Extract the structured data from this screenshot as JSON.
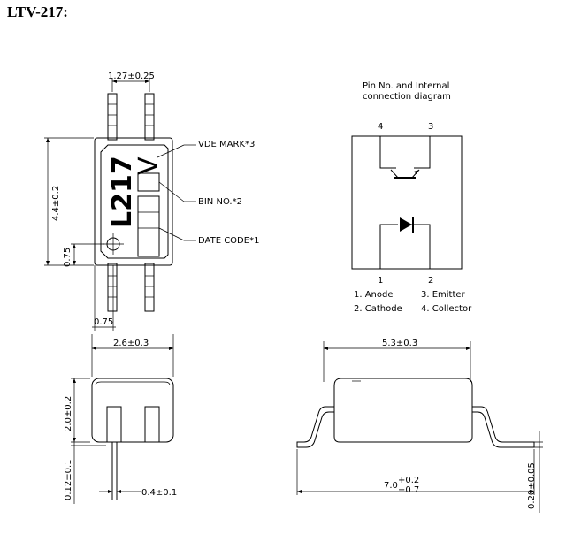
{
  "title": "LTV-217:",
  "top_view": {
    "dim_pitch": "1.27±0.25",
    "dim_length": "4.4±0.2",
    "dim_pin_offset": "0.75",
    "dim_bottom": "0.75",
    "marking_text": "L217",
    "vde_mark": "V",
    "label_vde": "VDE MARK*3",
    "label_bin": "BIN NO.*2",
    "label_date": "DATE CODE*1"
  },
  "connection": {
    "title_line1": "Pin No. and Internal",
    "title_line2": "connection diagram",
    "pin4": "4",
    "pin3": "3",
    "pin1": "1",
    "pin2": "2",
    "legend_1": "1. Anode",
    "legend_2": "2. Cathode",
    "legend_3": "3. Emitter",
    "legend_4": "4. Collector"
  },
  "side_view": {
    "dim_width": "2.6±0.3",
    "dim_height": "2.0±0.2",
    "dim_standoff": "0.12±0.1",
    "dim_lead": "0.4±0.1"
  },
  "front_view": {
    "dim_body": "5.3±0.3",
    "dim_total_main": "7.0",
    "dim_total_plus": "+0.2",
    "dim_total_minus": "−0.7",
    "dim_thickness": "0.20±0.05"
  }
}
